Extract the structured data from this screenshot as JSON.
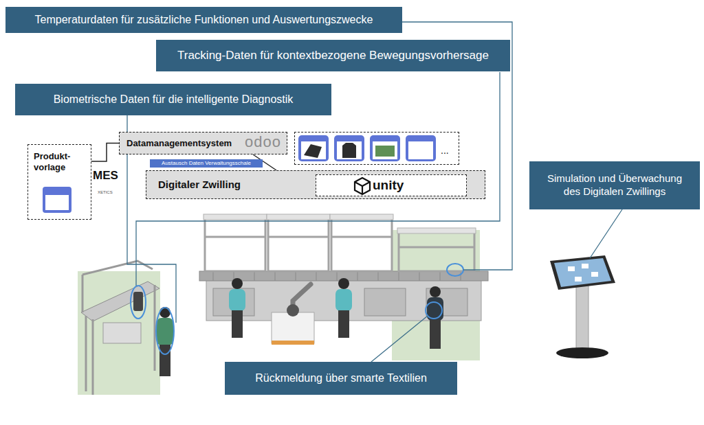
{
  "diagram": {
    "nodes": [
      {
        "text": [
          "Temperaturdaten für zusätzliche Funktionen und Auswertungszwecke"
        ]
      },
      {
        "text": [
          "Tracking-Daten für kontextbezogene Bewegungsvorhersage"
        ]
      },
      {
        "text": [
          "Biometrische Daten für die intelligente Diagnostik"
        ]
      },
      {
        "text": [
          "Produkt- vorlage",
          "<T>"
        ]
      },
      {
        "text": [
          "Datamanagementsystem",
          "odoo"
        ]
      },
      {
        "text": [
          "..."
        ]
      },
      {
        "text": [
          "Austausch Daten Verwaltungsschale"
        ]
      },
      {
        "text": [
          "MES",
          "XETICS"
        ]
      },
      {
        "text": [
          "Digitaler Zwilling"
        ]
      },
      {
        "text": [
          "unity"
        ],
        "in": 8
      },
      {
        "text": [
          "Simulation und Überwachung des Digitalen Zwillings"
        ]
      },
      {
        "text": [
          "Rückmeldung über smarte Textilien"
        ]
      }
    ],
    "edges": [
      {
        "from": 3,
        "to": 4,
        "arrow": "none"
      },
      {
        "from": 4,
        "to": 8,
        "arrow": "none"
      }
    ]
  }
}
